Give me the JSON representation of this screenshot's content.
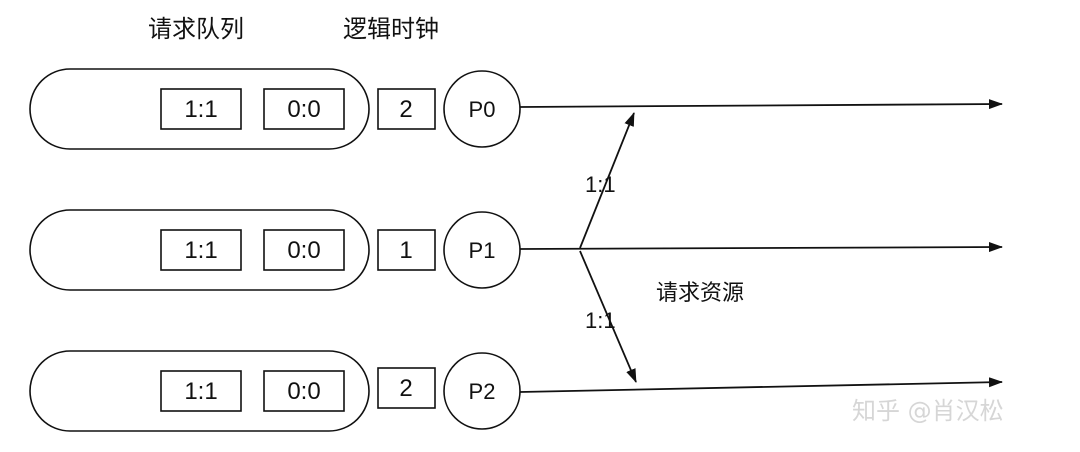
{
  "headers": {
    "queue": "请求队列",
    "clock": "逻辑时钟"
  },
  "processes": [
    {
      "name": "P0",
      "clock": "2",
      "queue": [
        "1:1",
        "0:0"
      ]
    },
    {
      "name": "P1",
      "clock": "1",
      "queue": [
        "1:1",
        "0:0"
      ]
    },
    {
      "name": "P2",
      "clock": "2",
      "queue": [
        "1:1",
        "0:0"
      ]
    }
  ],
  "messages": [
    {
      "label": "1:1",
      "to": "P0"
    },
    {
      "label": "1:1",
      "to": "P2"
    }
  ],
  "request_label": "请求资源",
  "watermark": "知乎 @肖汉松"
}
